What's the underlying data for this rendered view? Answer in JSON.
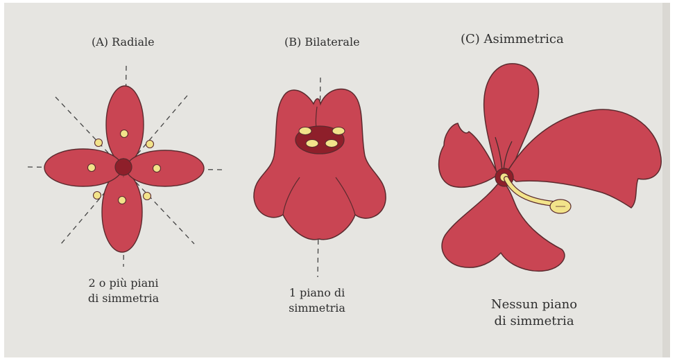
{
  "colors": {
    "paper": "#e6e5e1",
    "petal": "#c94553",
    "petal_outline": "#5a2a2e",
    "center": "#8e1f2a",
    "anther": "#f2e38a",
    "symmetry_line": "#444444"
  },
  "panels": [
    {
      "id": "A",
      "title": "(A) Radiale",
      "caption_line1": "2 o più piani",
      "caption_line2": "di simmetria"
    },
    {
      "id": "B",
      "title": "(B) Bilaterale",
      "caption_line1": "1 piano di",
      "caption_line2": "simmetria"
    },
    {
      "id": "C",
      "title": "(C) Asimmetrica",
      "caption_line1": "Nessun piano",
      "caption_line2": "di simmetria"
    }
  ]
}
